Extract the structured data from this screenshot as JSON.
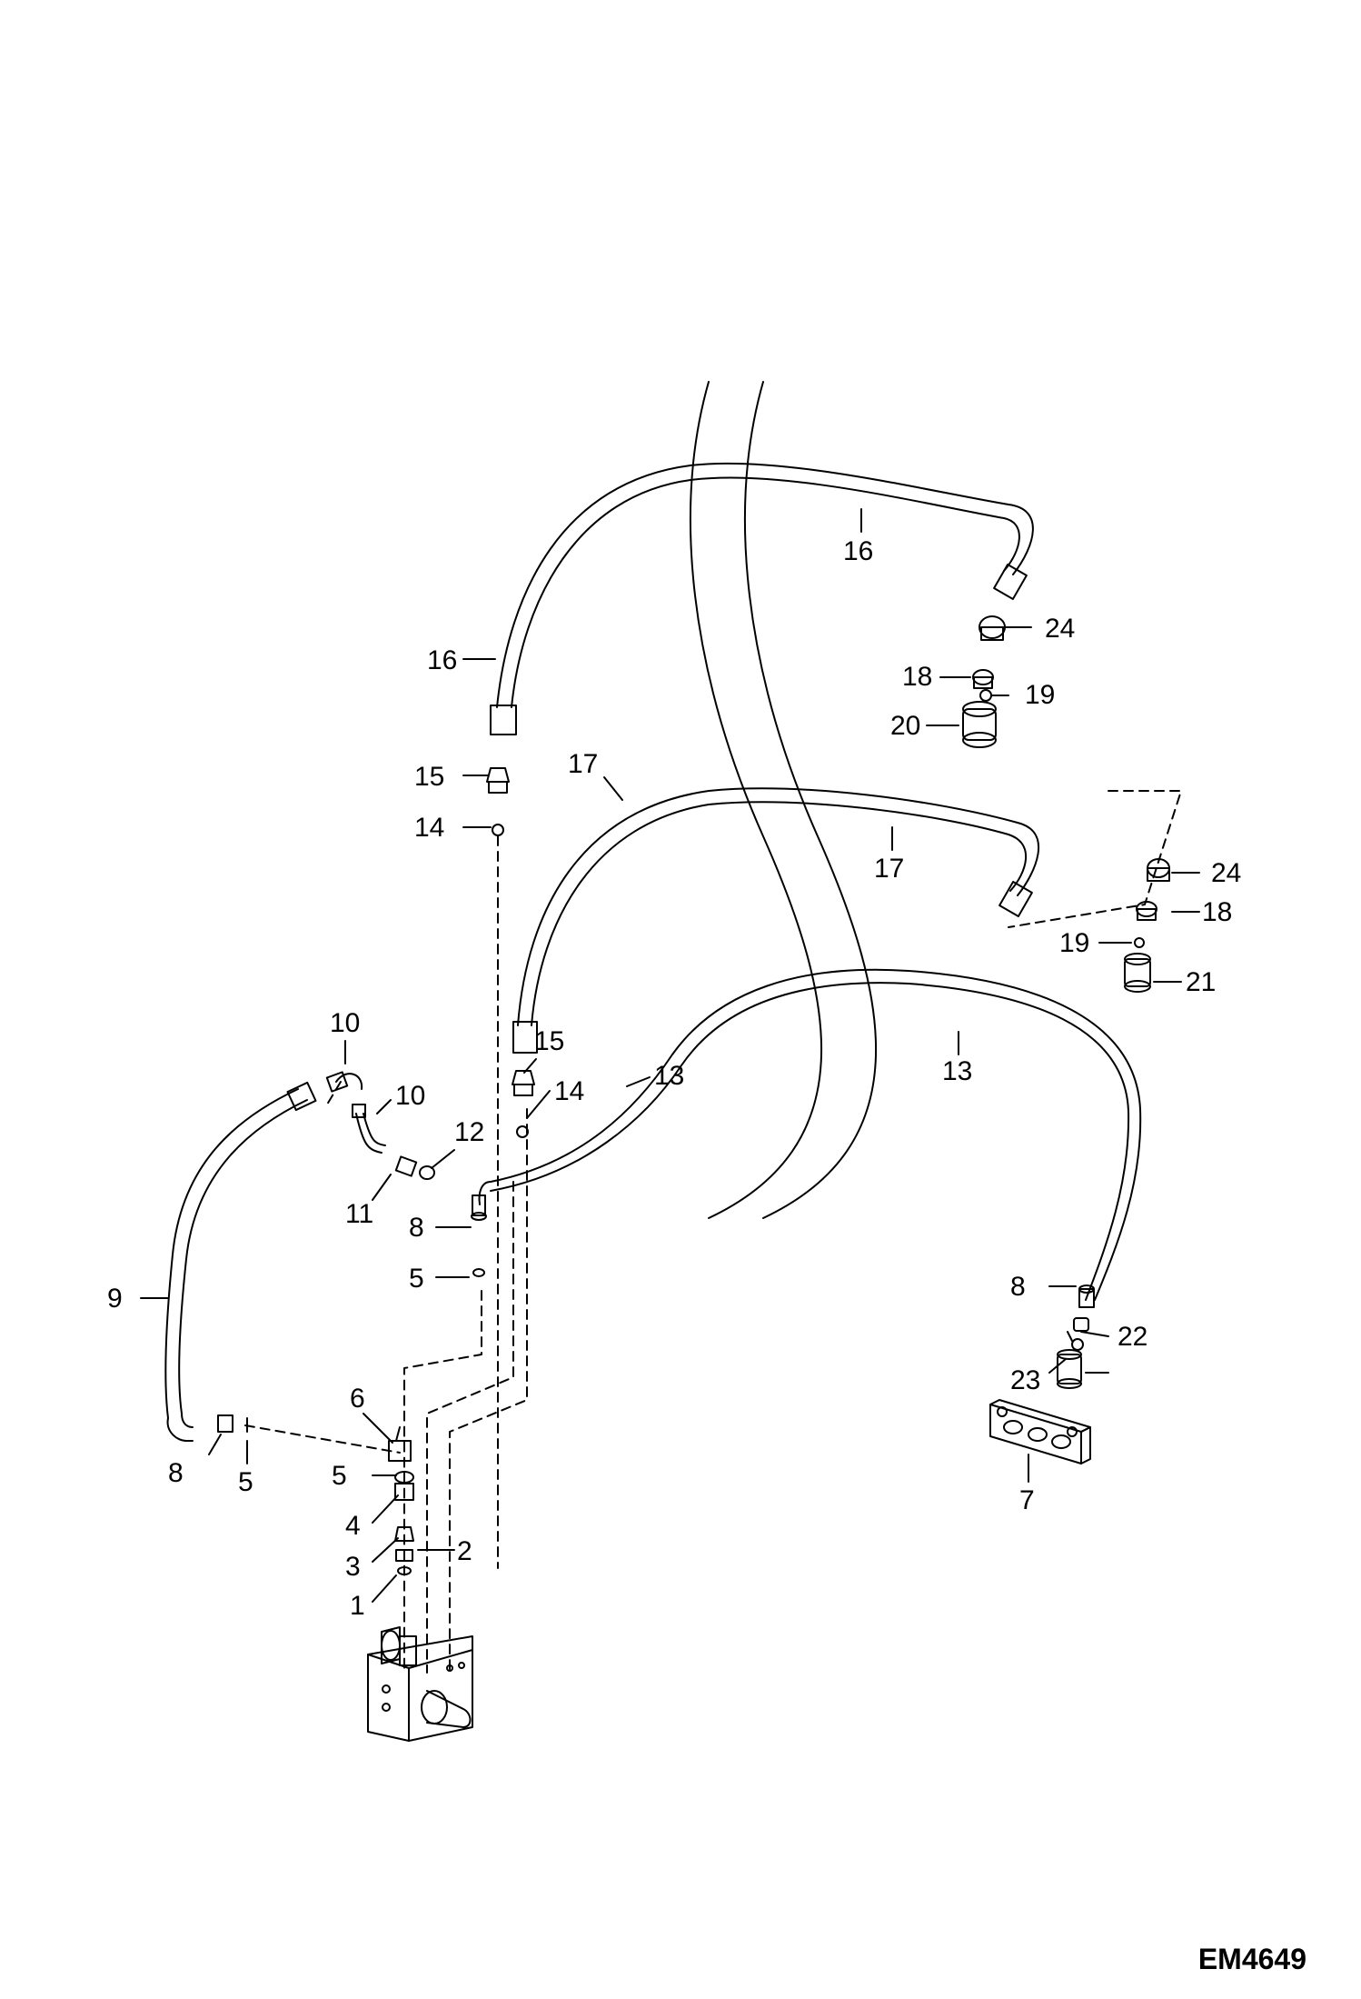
{
  "drawing": {
    "document_id": "EM4649",
    "callouts": {
      "c1": "1",
      "c2": "2",
      "c3": "3",
      "c4": "4",
      "c5a": "5",
      "c5b": "5",
      "c5c": "5",
      "c6": "6",
      "c7": "7",
      "c8a": "8",
      "c8b": "8",
      "c8c": "8",
      "c9": "9",
      "c10a": "10",
      "c10b": "10",
      "c11": "11",
      "c12": "12",
      "c13a": "13",
      "c13b": "13",
      "c14a": "14",
      "c14b": "14",
      "c15a": "15",
      "c15b": "15",
      "c16a": "16",
      "c16b": "16",
      "c17a": "17",
      "c17b": "17",
      "c18a": "18",
      "c18b": "18",
      "c19a": "19",
      "c19b": "19",
      "c20": "20",
      "c21": "21",
      "c22": "22",
      "c23": "23",
      "c24a": "24",
      "c24b": "24"
    }
  }
}
